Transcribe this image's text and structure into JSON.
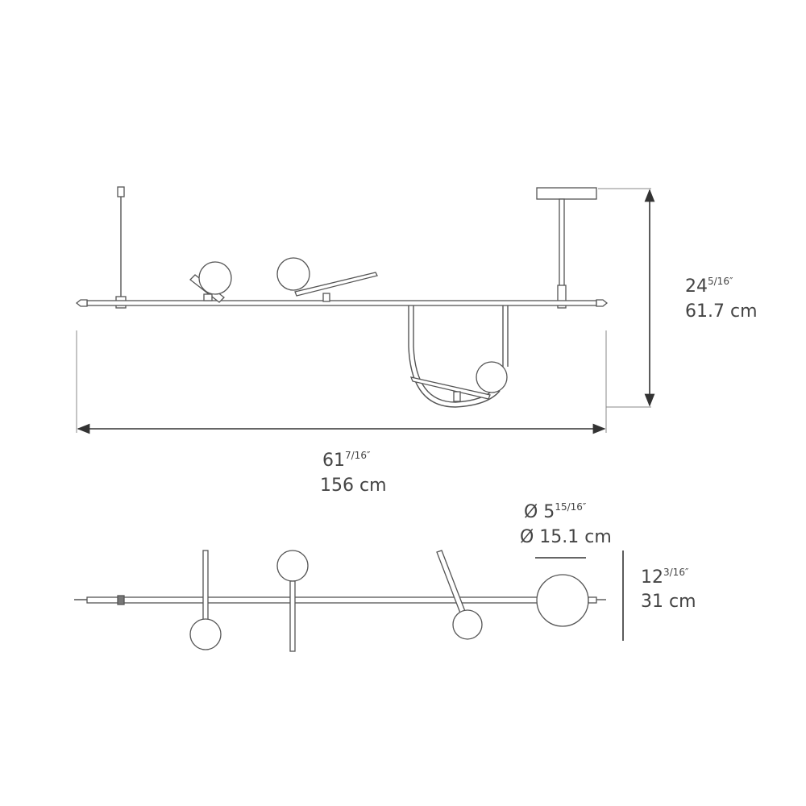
{
  "top_view": {
    "height_dim": {
      "whole": "24",
      "fraction": "5/16″",
      "metric": "61.7 cm"
    },
    "width_dim": {
      "whole": "61",
      "fraction": "7/16″",
      "metric": "156 cm"
    }
  },
  "bottom_view": {
    "diameter_dim": {
      "prefix": "Ø 5",
      "fraction": "15/16″",
      "metric": "Ø 15.1 cm"
    },
    "depth_dim": {
      "whole": "12",
      "fraction": "3/16″",
      "metric": "31 cm"
    }
  },
  "colors": {
    "line": "#555555",
    "text": "#444444"
  }
}
